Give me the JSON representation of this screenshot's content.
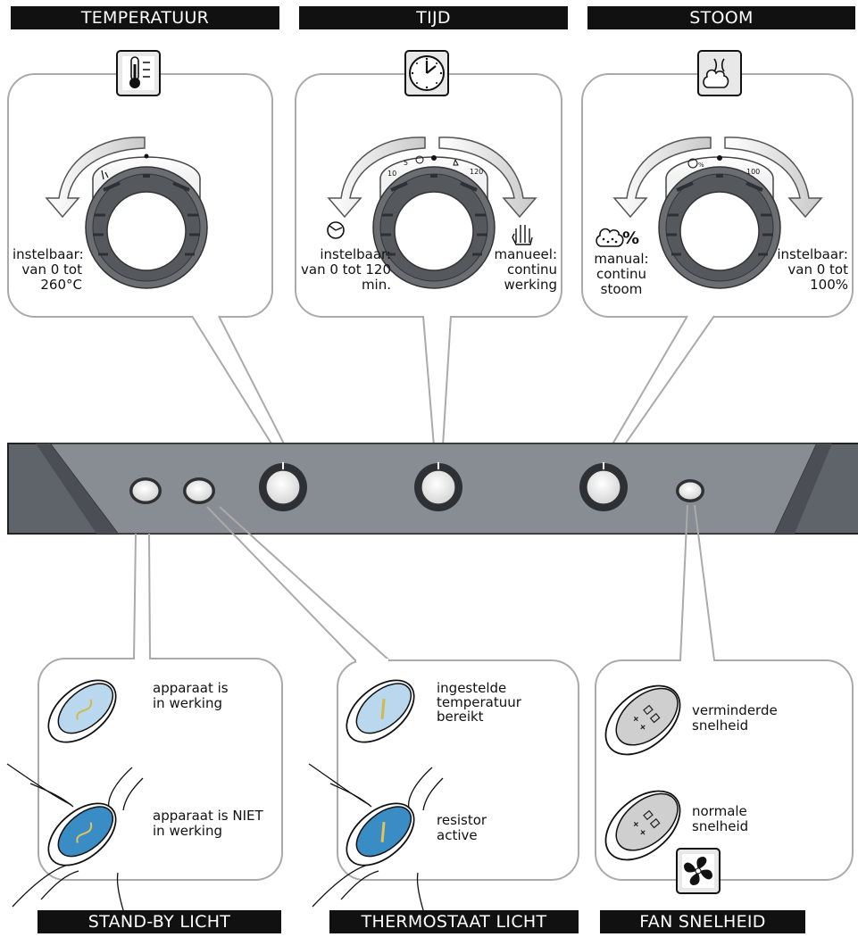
{
  "headers": {
    "temperatuur": "TEMPERATUUR",
    "tijd": "TIJD",
    "stoom": "STOOM",
    "standby": "STAND-BY LICHT",
    "thermostaat": "THERMOSTAAT LICHT",
    "fan": "FAN SNELHEID"
  },
  "temperature": {
    "range": [
      "instelbaar:",
      "van 0 tot",
      "260°C"
    ]
  },
  "time": {
    "range": [
      "instelbaar:",
      "van 0 tot 120",
      "min."
    ],
    "manual": [
      "manueel:",
      "continu",
      "werking"
    ]
  },
  "steam": {
    "manual": [
      "manual:",
      "continu",
      "stoom"
    ],
    "range": [
      "instelbaar:",
      "van 0 tot",
      "100%"
    ],
    "percent_symbol": "%"
  },
  "standby": {
    "on": [
      "apparaat is",
      "in werking"
    ],
    "off": [
      "apparaat is NIET",
      "in werking"
    ]
  },
  "thermostat": {
    "reached": [
      "ingestelde",
      "temperatuur",
      "bereikt"
    ],
    "active": [
      "resistor",
      "active"
    ]
  },
  "fan": {
    "reduced": [
      "verminderde",
      "snelheid"
    ],
    "normal": [
      "normale",
      "snelheid"
    ]
  },
  "icons": {
    "thermometer": "thermometer-icon",
    "clock": "clock-icon",
    "steam": "steam-icon",
    "fan": "fan-icon",
    "timer": "timer-icon",
    "hand": "hand-icon",
    "steam_droplets": "steam-droplets-icon"
  },
  "colors": {
    "panel": "#888d94",
    "panel_dark": "#5f646b",
    "light_on": "#b9d8ee",
    "light_off": "#3a8dc4",
    "fan_button": "#cfcfcf"
  }
}
